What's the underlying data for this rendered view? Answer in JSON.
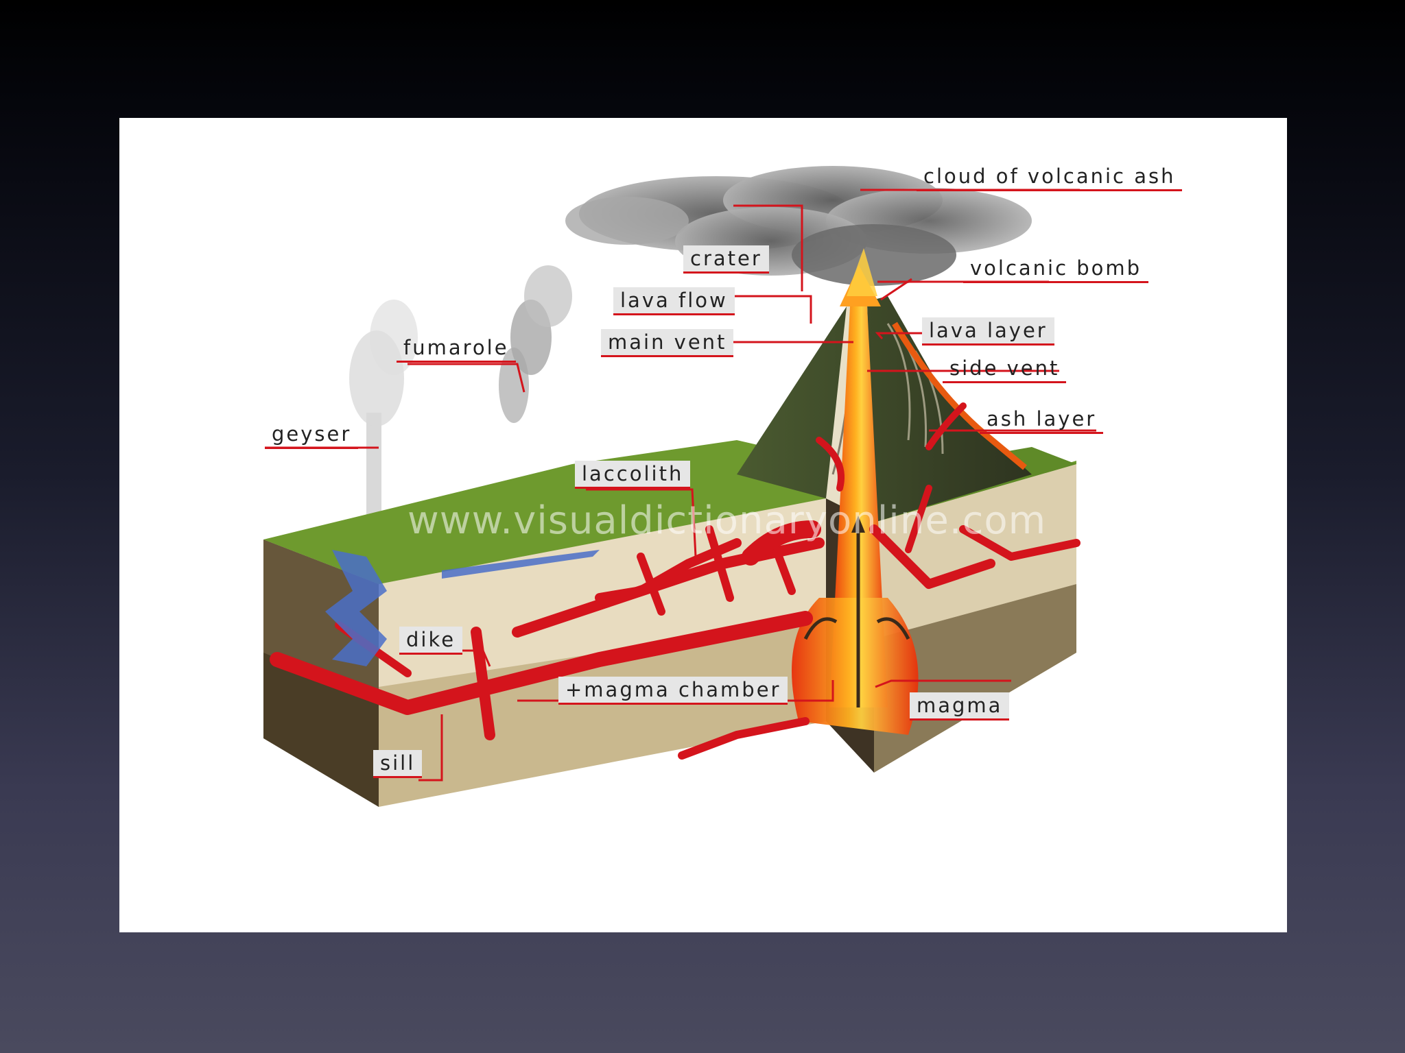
{
  "diagram": {
    "watermark": "www.visualdictionaryonline.com",
    "labels": {
      "cloud_of_volcanic_ash": "cloud of volcanic ash",
      "volcanic_bomb": "volcanic bomb",
      "crater": "crater",
      "lava_flow": "lava flow",
      "main_vent": "main vent",
      "fumarole": "fumarole",
      "geyser": "geyser",
      "lava_layer": "lava layer",
      "side_vent": "side vent",
      "ash_layer": "ash layer",
      "laccolith": "laccolith",
      "dike": "dike",
      "magma_chamber": "+magma chamber",
      "magma": "magma",
      "sill": "sill"
    },
    "colors": {
      "leader_line": "#d4141c",
      "magma": "#d4141c",
      "lava_core": "#f4a020",
      "grass": "#6e9a2e",
      "sand": "#e8dcc0",
      "bedrock": "#5a4a30",
      "ash_cloud": "#8a8a8a",
      "slide_background": "#2b2b3d"
    }
  }
}
